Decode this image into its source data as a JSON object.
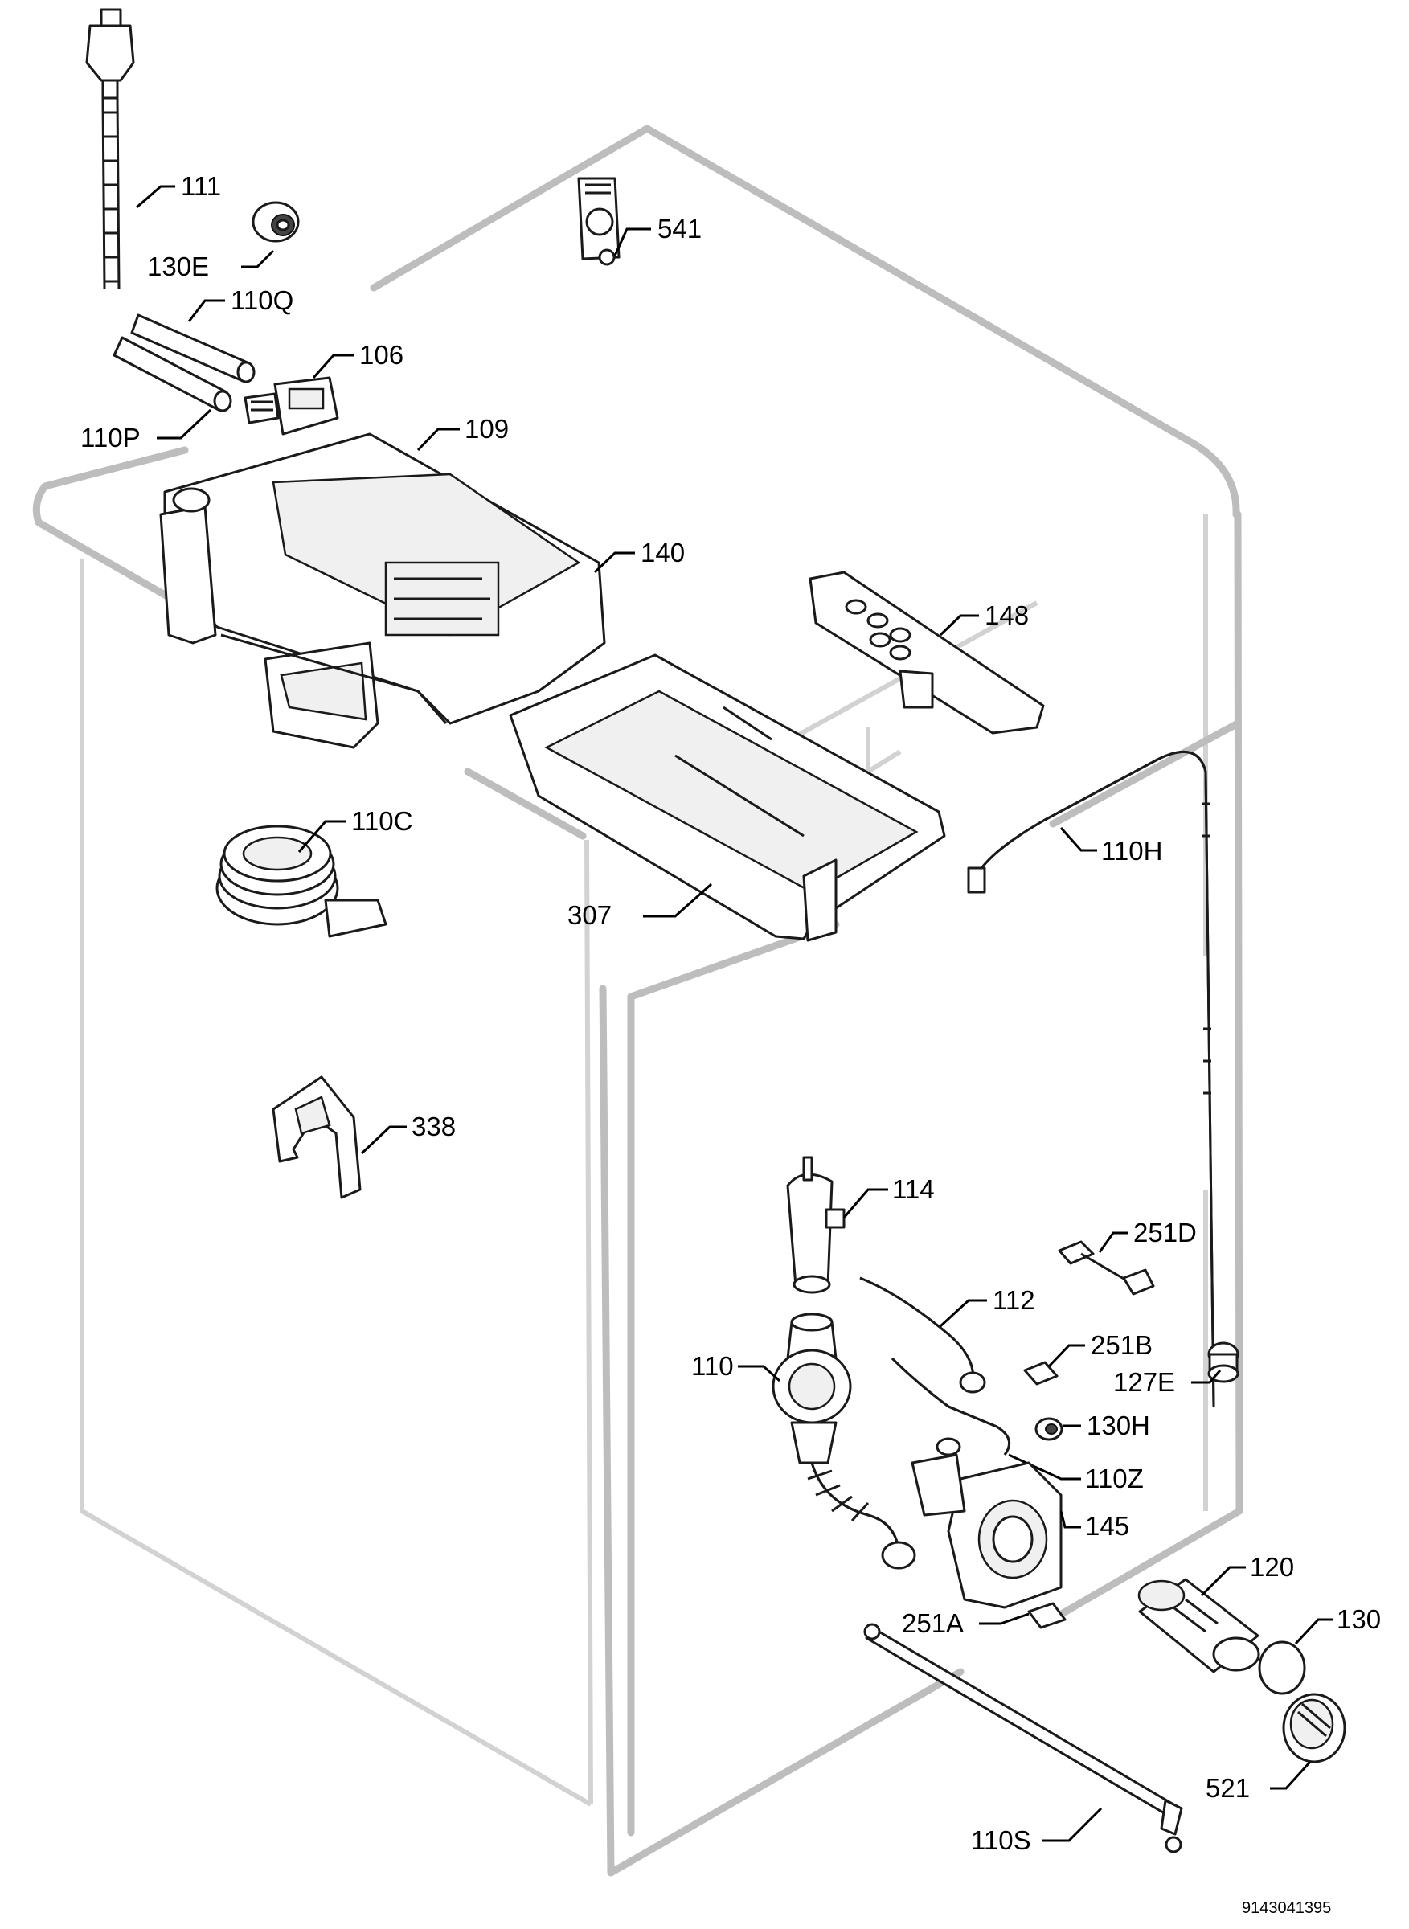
{
  "labels": {
    "p111": "111",
    "p130E": "130E",
    "p541": "541",
    "p110Q": "110Q",
    "p106": "106",
    "p110P": "110P",
    "p109": "109",
    "p140": "140",
    "p148": "148",
    "p110C": "110C",
    "p110H": "110H",
    "p307": "307",
    "p338": "338",
    "p114": "114",
    "p251D": "251D",
    "p112": "112",
    "p251B": "251B",
    "p110": "110",
    "p127E": "127E",
    "p130H": "130H",
    "p110Z": "110Z",
    "p145": "145",
    "p120": "120",
    "p251A": "251A",
    "p130": "130",
    "p521": "521",
    "p110S": "110S"
  },
  "diagram_ref": "9143041395"
}
